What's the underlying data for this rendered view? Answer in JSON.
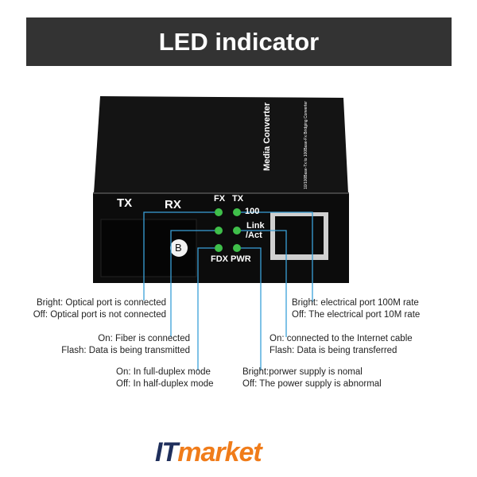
{
  "title": "LED indicator",
  "device": {
    "model_text": "Media Converter",
    "sub_text": "10/100Base-Tx to 100Base-Fx Bridging Converter",
    "port_labels": {
      "tx": "TX",
      "rx": "RX",
      "badge": "B"
    },
    "led_labels": {
      "fx": "FX",
      "tx": "TX",
      "speed": "100",
      "link": "Link",
      "act": "/Act",
      "fdx": "FDX",
      "pwr": "PWR"
    },
    "led_color": "#3fbf4a",
    "line_color": "#3aa0d8"
  },
  "annotations": {
    "fx": [
      "Bright: Optical port is connected",
      "Off: Optical port is not connected"
    ],
    "fiber": [
      "On: Fiber is connected",
      "Flash: Data is being transmitted"
    ],
    "fdx": [
      "On: In full-duplex mode",
      "Off: In half-duplex mode"
    ],
    "speed": [
      "Bright: electrical port 100M rate",
      "Off: The electrical port 10M rate"
    ],
    "link": [
      "On: connected to the Internet cable",
      "Flash: Data is being transferred"
    ],
    "pwr": [
      "Bright:porwer supply is nomal",
      "Off: The power supply is abnormal"
    ]
  },
  "logo": {
    "part1": "IT",
    "part2": "market"
  }
}
